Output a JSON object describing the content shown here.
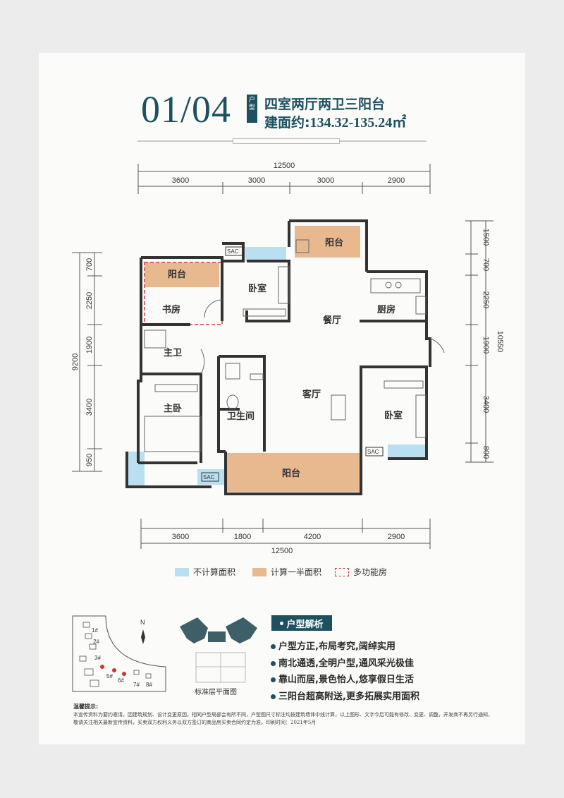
{
  "header": {
    "unit_number": "01/04",
    "unit_badge": "户型",
    "layout_desc": "四室两厅两卫三阳台",
    "area_prefix": "建面约:",
    "area_value": "134.32-135.24㎡"
  },
  "dimensions": {
    "top_total": "12500",
    "top": [
      "3600",
      "3000",
      "3000",
      "2900"
    ],
    "bottom_total": "12500",
    "bottom": [
      "3600",
      "1800",
      "4200",
      "2900"
    ],
    "left_total": "9200",
    "left": [
      "700",
      "2250",
      "1900",
      "3400",
      "950"
    ],
    "right_total": "10550",
    "right": [
      "1500",
      "700",
      "2250",
      "1900",
      "3400",
      "800"
    ]
  },
  "rooms": {
    "balcony_top": "阳台",
    "balcony_nw": "阳台",
    "study": "书房",
    "bedroom_n": "卧室",
    "dining": "餐厅",
    "kitchen": "厨房",
    "master_bath": "主卫",
    "living": "客厅",
    "bedroom_e": "卧室",
    "master_bedroom": "主卧",
    "bathroom": "卫生间",
    "balcony_bottom": "阳台",
    "ac": "SAC"
  },
  "legend": {
    "not_counted": "不计算面积",
    "half_counted": "计算一半面积",
    "multi_room": "多功能房"
  },
  "site_plan": {
    "north": "N",
    "buildings": [
      "1#",
      "2#",
      "3#",
      "5#",
      "6#",
      "7#",
      "8#"
    ],
    "standard_floor_label": "标准层平面图"
  },
  "analysis": {
    "heading": "户型解析",
    "points": [
      "户型方正,布局考究,阔绰实用",
      "南北通透,全明户型,通风采光极佳",
      "靠山而居,景色怡人,悠享假日生活",
      "三阳台超高附送,更多拓展实用面积"
    ]
  },
  "notice": {
    "title": "温馨提示:",
    "text": "本宣传资料为要约邀请，因建筑规划、设计变更原因，相同户型局部会有所不同，户型图尺寸标注均按建筑墙体中线计算，以上图形、文字今后可能有修改、变更、调整，开发商不再另行通知，敬请关注相关最新宣传资料，买卖双方权利义务以双方签订的商品房买卖合同约定为准。印刷时间：2021年5月"
  },
  "colors": {
    "brand": "#1e5160",
    "half_area": "#e8b98f",
    "no_area": "#b9dff0",
    "multi_room_line": "#d04040"
  }
}
